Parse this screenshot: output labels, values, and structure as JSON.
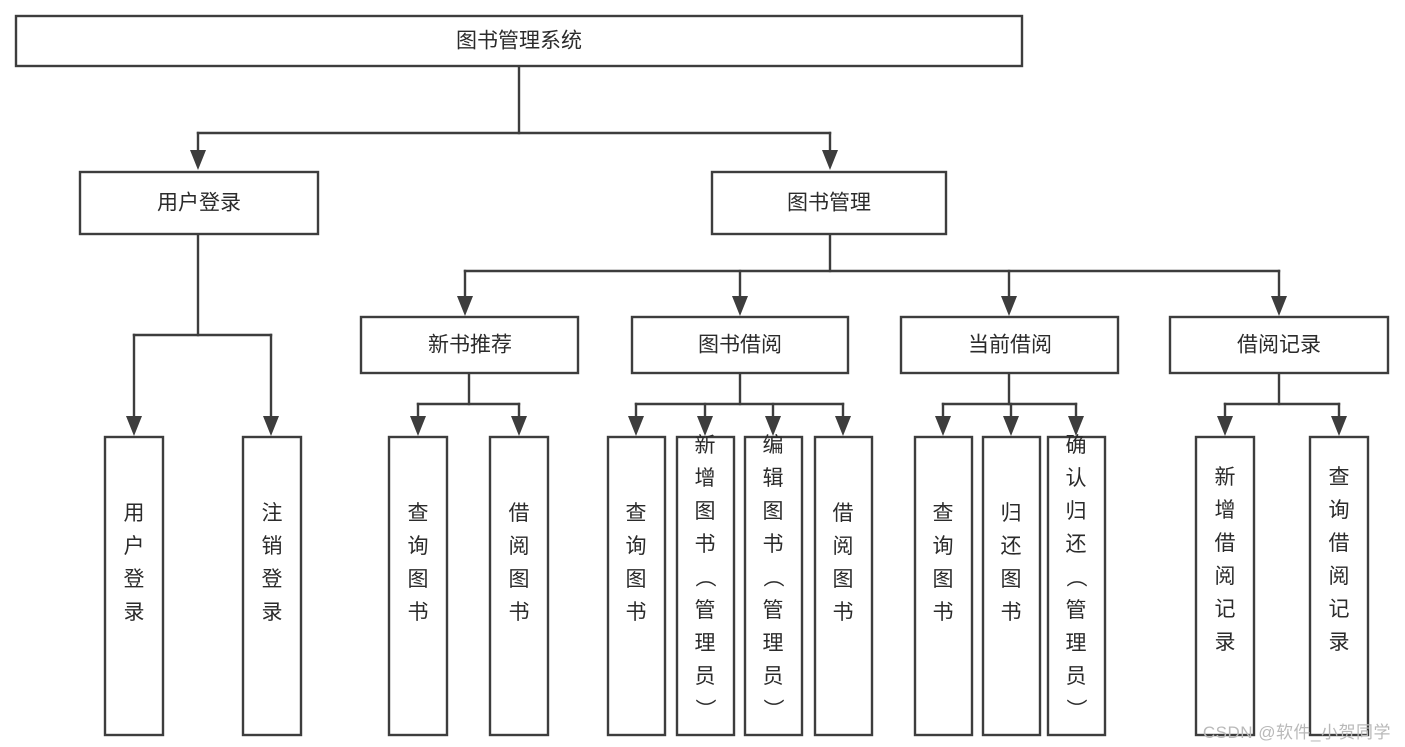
{
  "diagram": {
    "type": "tree-hierarchy",
    "title": "图书管理系统",
    "watermark": "CSDN @软件_小贺同学",
    "colors": {
      "stroke": "#3d3d3d",
      "box_fill": "#ffffff",
      "text": "#2b2b2b",
      "background": "#ffffff",
      "watermark": "#b9b9b9"
    },
    "root": {
      "label": "图书管理系统"
    },
    "level1": [
      {
        "label": "用户登录"
      },
      {
        "label": "图书管理"
      }
    ],
    "level2": [
      {
        "label": "新书推荐"
      },
      {
        "label": "图书借阅"
      },
      {
        "label": "当前借阅"
      },
      {
        "label": "借阅记录"
      }
    ],
    "leaves": {
      "user_login": [
        {
          "label": "用户登录"
        },
        {
          "label": "注销登录"
        }
      ],
      "new_book_recommend": [
        {
          "label": "查询图书"
        },
        {
          "label": "借阅图书"
        }
      ],
      "book_borrow": [
        {
          "label": "查询图书"
        },
        {
          "label": "新增图书（管理员）"
        },
        {
          "label": "编辑图书（管理员）"
        },
        {
          "label": "借阅图书"
        }
      ],
      "current_borrow": [
        {
          "label": "查询图书"
        },
        {
          "label": "归还图书"
        },
        {
          "label": "确认归还（管理员）"
        }
      ],
      "borrow_record": [
        {
          "label": "新增借阅记录"
        },
        {
          "label": "查询借阅记录"
        }
      ]
    }
  }
}
